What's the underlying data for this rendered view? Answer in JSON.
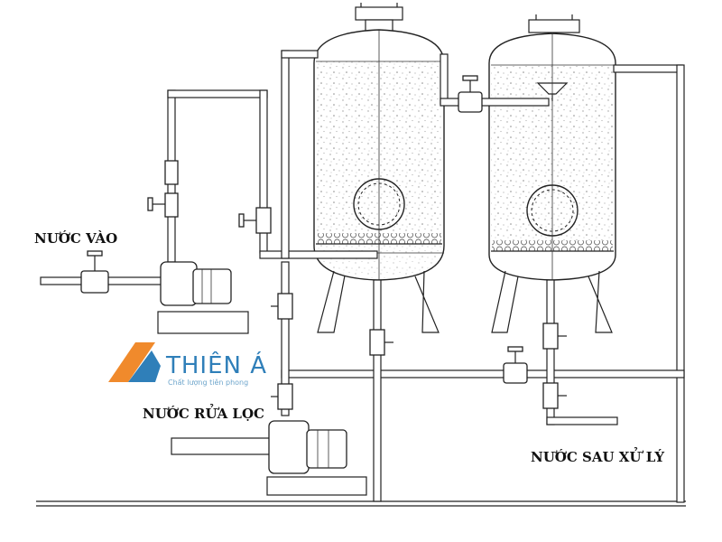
{
  "labels": {
    "water_in": "NƯỚC VÀO",
    "backwash_water": "NƯỚC RỬA LỌC",
    "treated_water": "NƯỚC SAU XỬ LÝ"
  },
  "logo": {
    "name": "THIÊN Á",
    "tagline": "Chất lượng tiên phong",
    "colors": {
      "orange": "#f08a2c",
      "blue": "#2f7fb9"
    }
  },
  "colors": {
    "line": "#222222",
    "media_dots": "#999999",
    "background": "#ffffff"
  }
}
